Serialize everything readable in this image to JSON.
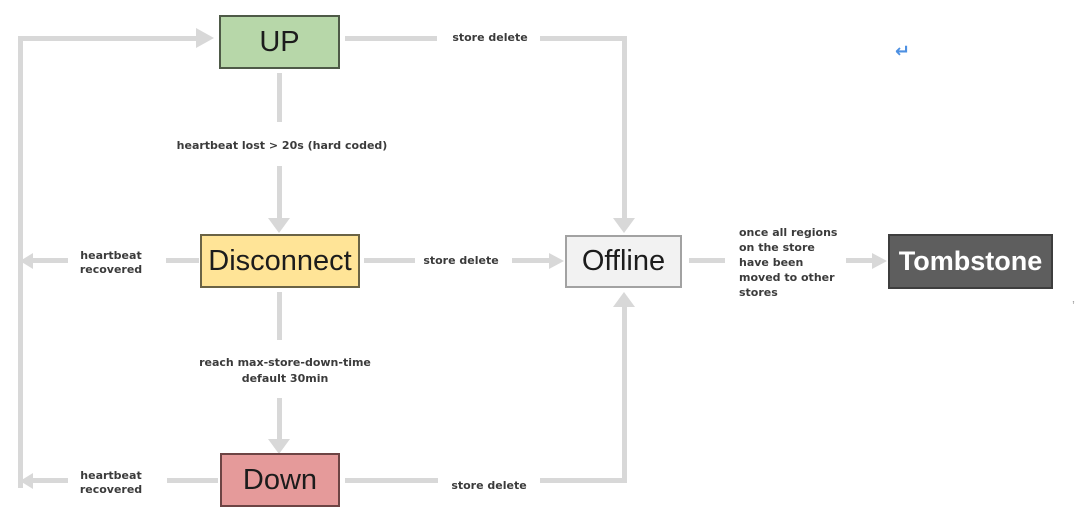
{
  "diagram": {
    "arrow_color": "#d8d8d8",
    "nodes": {
      "up": {
        "label": "UP",
        "fill": "#b7d7a9",
        "border": "#4e5a47"
      },
      "disconnect": {
        "label": "Disconnect",
        "fill": "#ffe497",
        "border": "#6a6345"
      },
      "down": {
        "label": "Down",
        "fill": "#e59a9a",
        "border": "#6d4444"
      },
      "offline": {
        "label": "Offline",
        "fill": "#f2f2f2",
        "border": "#a2a2a2"
      },
      "tombstone": {
        "label": "Tombstone",
        "fill": "#5e5e5e",
        "border": "#3e3e3e",
        "text_color": "#ffffff"
      }
    },
    "edge_labels": {
      "up_to_disconnect": "heartbeat lost > 20s (hard coded)",
      "disconnect_to_down_line1": "reach max-store-down-time",
      "disconnect_to_down_line2": "default 30min",
      "up_to_offline": "store delete",
      "disconnect_to_offline": "store delete",
      "down_to_offline": "store delete",
      "disconnect_to_up_line1": "heartbeat",
      "disconnect_to_up_line2": "recovered",
      "down_to_up_line1": "heartbeat",
      "down_to_up_line2": "recovered",
      "offline_to_tombstone_line1": "once all regions",
      "offline_to_tombstone_line2": "on the store",
      "offline_to_tombstone_line3": "have been",
      "offline_to_tombstone_line4": "moved to other",
      "offline_to_tombstone_line5": "stores"
    }
  },
  "annotations": {
    "return_icon_glyph": "↵",
    "return_icon_color": "#4d90e2",
    "stray_mark": "’"
  }
}
